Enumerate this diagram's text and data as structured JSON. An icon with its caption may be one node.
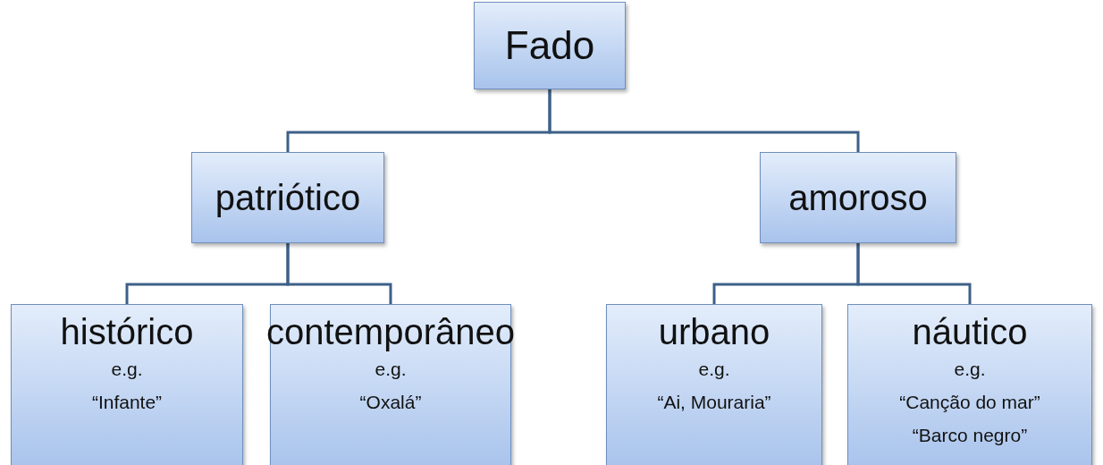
{
  "diagram": {
    "nodes": [
      {
        "text": [
          "Fado"
        ]
      },
      {
        "text": [
          "patriótico"
        ]
      },
      {
        "text": [
          "amoroso"
        ]
      },
      {
        "text": [
          "histórico",
          "e.g.",
          "“Infante”"
        ]
      },
      {
        "text": [
          "contemporâneo",
          "e.g.",
          "“Oxalá”"
        ]
      },
      {
        "text": [
          "urbano",
          "e.g.",
          "“Ai, Mouraria”"
        ]
      },
      {
        "text": [
          "náutico",
          "e.g.",
          "“Canção do mar”",
          "“Barco negro”"
        ]
      }
    ],
    "edges": [
      {
        "from": 0,
        "to": 1,
        "arrow": "none"
      },
      {
        "from": 0,
        "to": 2,
        "arrow": "none"
      },
      {
        "from": 1,
        "to": 3,
        "arrow": "none"
      },
      {
        "from": 1,
        "to": 4,
        "arrow": "none"
      },
      {
        "from": 2,
        "to": 5,
        "arrow": "none"
      },
      {
        "from": 2,
        "to": 6,
        "arrow": "none"
      }
    ]
  }
}
